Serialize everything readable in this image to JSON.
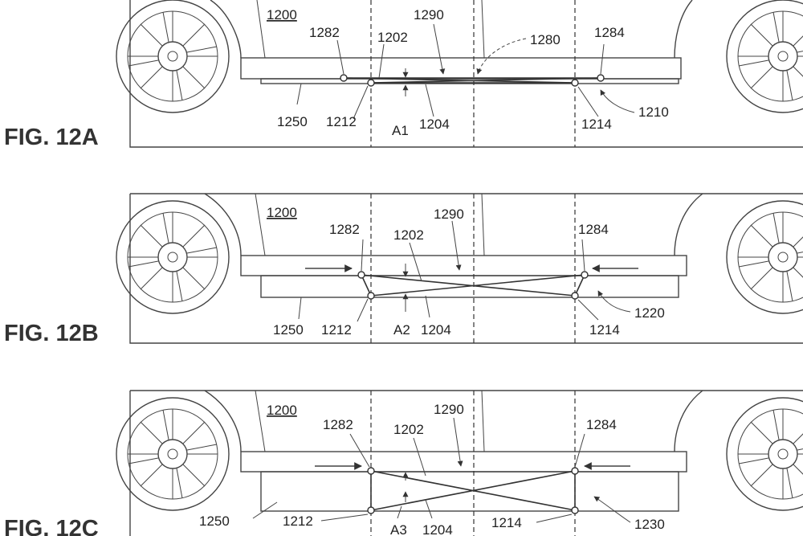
{
  "panels": [
    {
      "figure": "FIG. 12A",
      "vehicle": "1200",
      "labels": {
        "top_left": "1282",
        "rod_upper": "1202",
        "center": "1290",
        "actuator": "1280",
        "top_right": "1284",
        "body": "1250",
        "bottom_left": "1212",
        "angle": "A1",
        "rod_lower": "1204",
        "bottom_right": "1214",
        "state": "1210"
      }
    },
    {
      "figure": "FIG. 12B",
      "vehicle": "1200",
      "labels": {
        "top_left": "1282",
        "rod_upper": "1202",
        "center": "1290",
        "top_right": "1284",
        "body": "1250",
        "bottom_left": "1212",
        "angle": "A2",
        "rod_lower": "1204",
        "bottom_right": "1214",
        "state": "1220"
      }
    },
    {
      "figure": "FIG. 12C",
      "vehicle": "1200",
      "labels": {
        "top_left": "1282",
        "rod_upper": "1202",
        "center": "1290",
        "top_right": "1284",
        "body": "1250",
        "bottom_left": "1212",
        "angle": "A3",
        "rod_lower": "1204",
        "bottom_right": "1214",
        "state": "1230"
      }
    }
  ]
}
